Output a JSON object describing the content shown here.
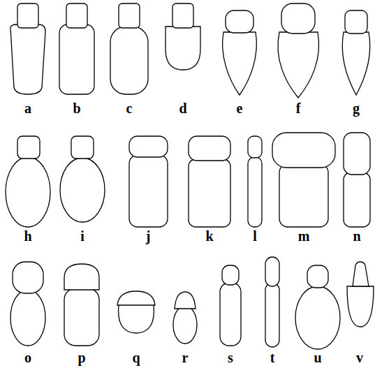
{
  "diagram": {
    "labels": [
      "a",
      "b",
      "c",
      "d",
      "e",
      "f",
      "g",
      "h",
      "i",
      "j",
      "k",
      "l",
      "m",
      "n",
      "o",
      "p",
      "q",
      "r",
      "s",
      "t",
      "u",
      "v"
    ]
  }
}
